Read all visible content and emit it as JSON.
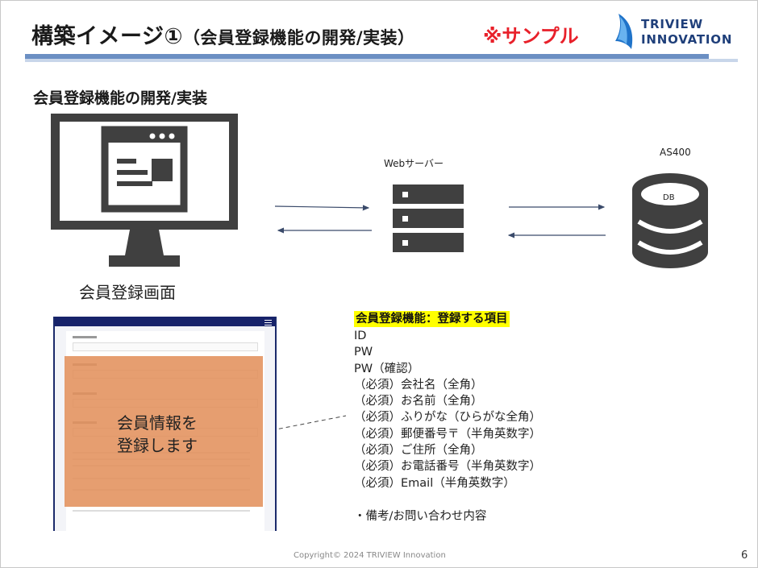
{
  "header": {
    "title": "構築イメージ①",
    "subtitle": "（会員登録機能の開発/実装）",
    "sample_badge": "※サンプル",
    "logo_line1": "TRIVIEW",
    "logo_line2": "INNOVATION"
  },
  "section": {
    "heading": "会員登録機能の開発/実装"
  },
  "diagram": {
    "screen_label": "会員登録画面",
    "server_label": "Webサーバー",
    "db_system_label": "AS400",
    "db_label": "DB"
  },
  "screenshot": {
    "overlay_line1": "会員情報を",
    "overlay_line2": "登録します"
  },
  "items": {
    "title": "会員登録機能：登録する項目",
    "list": [
      "ID",
      "PW",
      "PW（確認）",
      "（必須）会社名（全角）",
      "（必須）お名前（全角）",
      "（必須）ふりがな（ひらがな全角）",
      "（必須）郵便番号〒（半角英数字）",
      "（必須）ご住所（全角）",
      "（必須）お電話番号（半角英数字）",
      "（必須）Email（半角英数字）"
    ],
    "remark": "・備考/お問い合わせ内容"
  },
  "footer": {
    "copyright": "Copyright© 2024  TRIVIEW Innovation",
    "page_number": "6"
  },
  "colors": {
    "icon_gray": "#404040",
    "rule_dark": "#6b8fc3",
    "rule_light": "#c8d6ea",
    "sample_red": "#e8202a",
    "logo_blue": "#1f3f7a",
    "highlight_yellow": "#ffff00",
    "overlay_orange": "#e3915c",
    "arrow_blue": "#3a4a6a"
  }
}
